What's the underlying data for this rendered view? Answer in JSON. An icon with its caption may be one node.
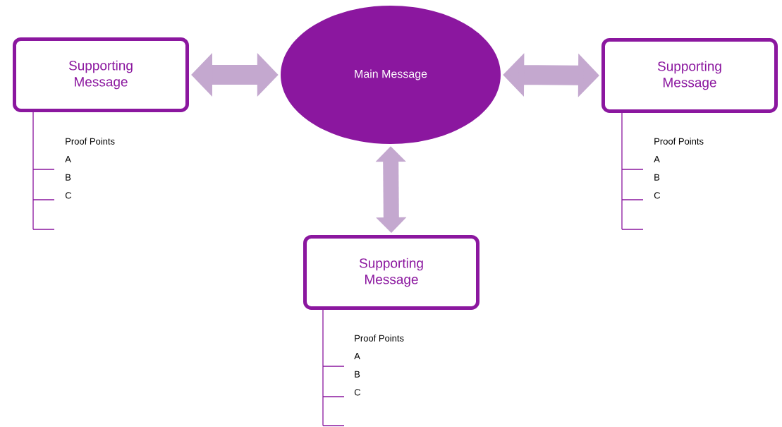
{
  "diagram": {
    "nodes": [
      {
        "text": [
          "Main Message"
        ]
      },
      {
        "text": [
          "Supporting Message"
        ],
        "beside": [
          "Proof Points",
          "A",
          "B",
          "C"
        ]
      },
      {
        "text": [
          "Supporting Message"
        ],
        "beside": [
          "Proof Points",
          "A",
          "B",
          "C"
        ]
      },
      {
        "text": [
          "Supporting Message"
        ],
        "beside": [
          "Proof Points",
          "A",
          "B",
          "C"
        ]
      }
    ],
    "edges": [
      {
        "from": 1,
        "to": 0,
        "arrow": "both"
      },
      {
        "from": 0,
        "to": 2,
        "arrow": "both"
      },
      {
        "from": 0,
        "to": 3,
        "arrow": "both"
      }
    ]
  }
}
